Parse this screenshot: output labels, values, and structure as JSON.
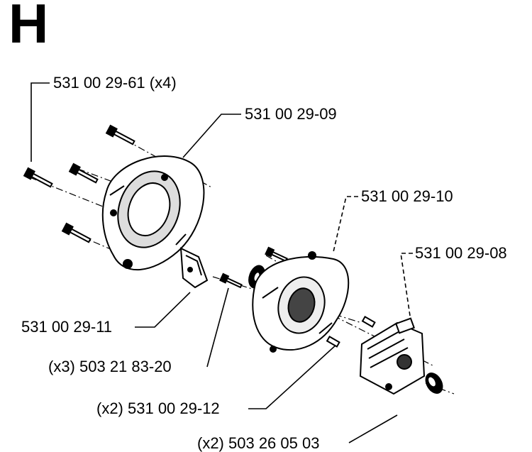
{
  "section": {
    "letter": "H"
  },
  "callouts": {
    "bolt_x4": "531 00 29-61 (x4)",
    "cover": "531 00 29-09",
    "crankcase": "531 00 29-10",
    "cylinder": "531 00 29-08",
    "bracket": "531 00 29-11",
    "screw_x3": "(x3) 503 21 83-20",
    "pin_x2": "(x2) 531 00 29-12",
    "bottom_x2": "(x2) 503 26 05 03"
  }
}
